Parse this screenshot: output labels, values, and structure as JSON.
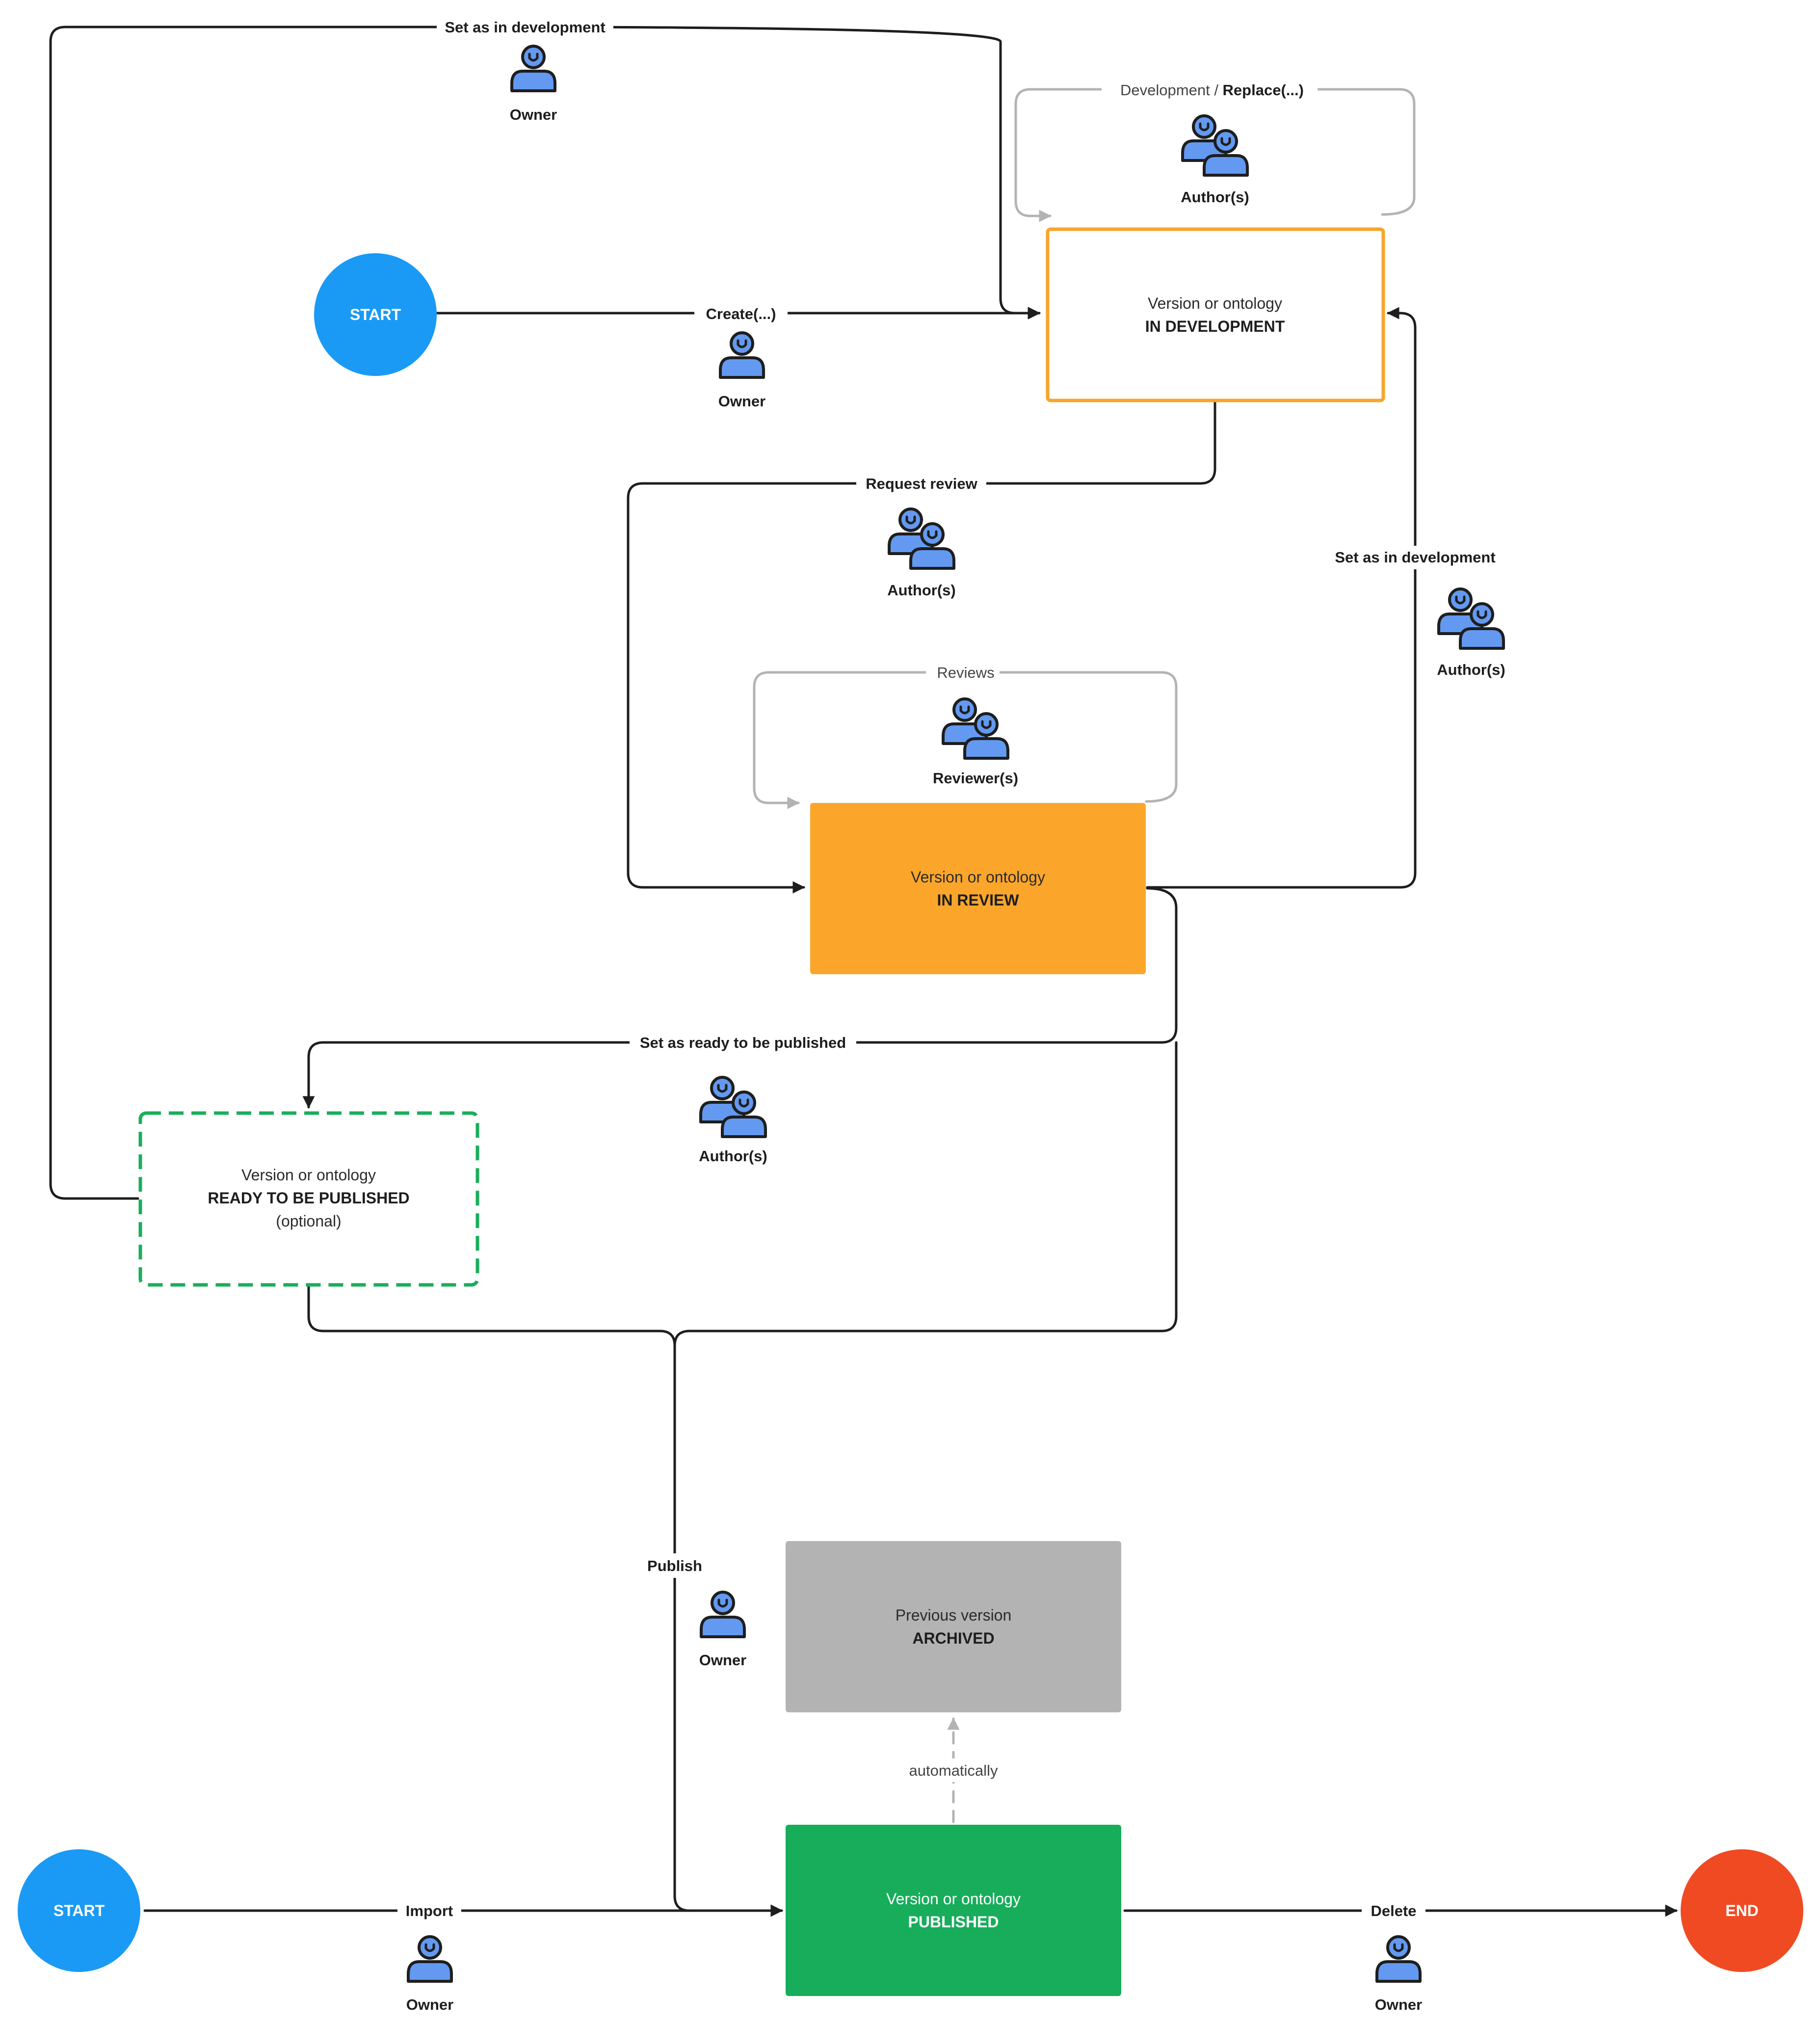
{
  "colors": {
    "start": "#1a9af5",
    "end": "#f04a23",
    "in_development_border": "#f7a52b",
    "in_review": "#fba62b",
    "ready_border": "#1aae5a",
    "published": "#17ad5b",
    "archived": "#b3b3b3",
    "person": "#6399f0",
    "line": "#1e1e1e",
    "line_gray": "#b3b3b3"
  },
  "nodes": {
    "start_top": {
      "label": "START"
    },
    "start_bottom": {
      "label": "START"
    },
    "end": {
      "label": "END"
    },
    "in_development": {
      "line1": "Version or ontology",
      "line2": "IN DEVELOPMENT"
    },
    "in_review": {
      "line1": "Version or ontology",
      "line2": "IN REVIEW"
    },
    "ready": {
      "line1": "Version or ontology",
      "line2": "READY TO BE PUBLISHED",
      "line3": "(optional)"
    },
    "archived": {
      "line1": "Previous version",
      "line2": "ARCHIVED"
    },
    "published": {
      "line1": "Version or ontology",
      "line2": "PUBLISHED"
    }
  },
  "edges": {
    "set_dev_top": {
      "label": "Set as in development",
      "role": "Owner",
      "role_icon": "person-icon"
    },
    "dev_replace": {
      "label_light": "Development / ",
      "label_bold": "Replace(...)",
      "role": "Author(s)",
      "role_icon": "people-icon"
    },
    "create": {
      "label": "Create(...)",
      "role": "Owner",
      "role_icon": "person-icon"
    },
    "request_review": {
      "label": "Request review",
      "role": "Author(s)",
      "role_icon": "people-icon"
    },
    "set_dev_right": {
      "label": "Set as in development",
      "role": "Author(s)",
      "role_icon": "people-icon"
    },
    "reviews": {
      "label": "Reviews",
      "role": "Reviewer(s)",
      "role_icon": "people-icon"
    },
    "ready_to_publish": {
      "label": "Set as ready to be published",
      "role": "Author(s)",
      "role_icon": "people-icon"
    },
    "publish": {
      "label": "Publish",
      "role": "Owner",
      "role_icon": "person-icon"
    },
    "automatically": {
      "label": "automatically"
    },
    "import": {
      "label": "Import",
      "role": "Owner",
      "role_icon": "person-icon"
    },
    "delete": {
      "label": "Delete",
      "role": "Owner",
      "role_icon": "person-icon"
    }
  }
}
